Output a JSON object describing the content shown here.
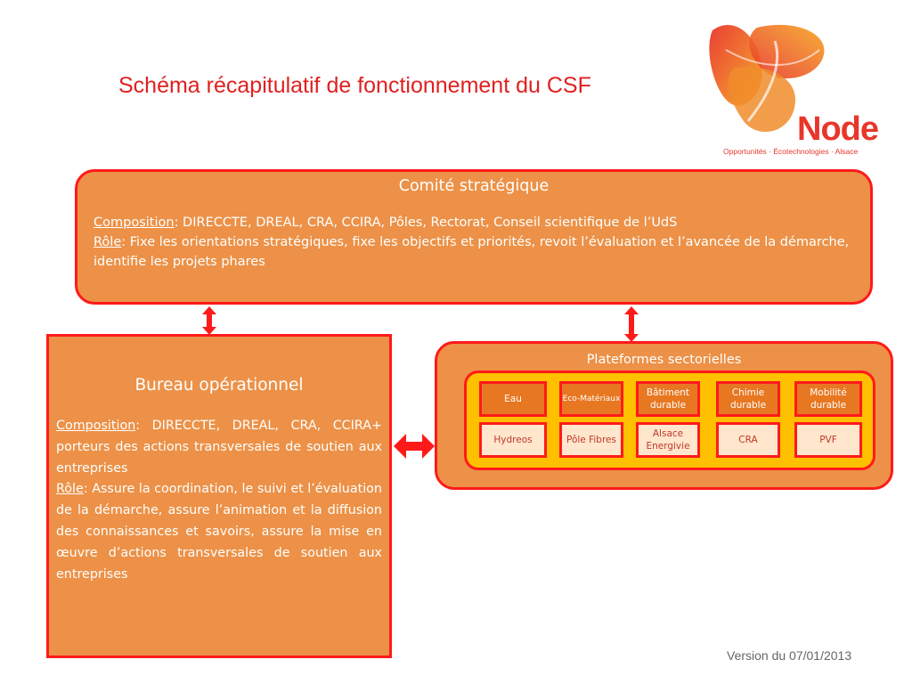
{
  "title": "Schéma récapitulatif de fonctionnement du CSF",
  "logo": {
    "word": "Node",
    "tagline": "Opportunités · Écotechnologies · Alsace",
    "colors": {
      "red": "#e8362a",
      "orange": "#f39c12"
    }
  },
  "comite": {
    "title": "Comité stratégique",
    "composition_label": "Composition",
    "composition_text": ": DIRECCTE, DREAL, CRA, CCIRA, Pôles, Rectorat, Conseil scientifique de l’UdS",
    "role_label": "Rôle",
    "role_text": ": Fixe les orientations stratégiques, fixe les objectifs et priorités, revoit l’évaluation et l’avancée de la démarche, identifie les projets phares"
  },
  "bureau": {
    "title": "Bureau opérationnel",
    "composition_label": "Composition",
    "composition_text": ": DIRECCTE, DREAL, CRA, CCIRA+ porteurs des actions transversales de soutien aux entreprises",
    "role_label": "Rôle",
    "role_text": ": Assure la coordination, le suivi et l’évaluation de la démarche, assure l’animation et la diffusion des connaissances et savoirs, assure la mise en œuvre d’actions transversales de soutien aux entreprises"
  },
  "plateformes": {
    "title": "Plateformes sectorielles",
    "row1": [
      "Eau",
      "Eco-Matériaux",
      "Bâtiment durable",
      "Chimie durable",
      "Mobilité durable"
    ],
    "row2": [
      "Hydreos",
      "Pôle Fibres",
      "Alsace Energivie",
      "CRA",
      "PVF"
    ]
  },
  "colors": {
    "box_fill": "#ec9147",
    "border_red": "#ff1a1a",
    "inner_yellow": "#ffc000",
    "title_red": "#e02020"
  },
  "version": "Version du 07/01/2013"
}
